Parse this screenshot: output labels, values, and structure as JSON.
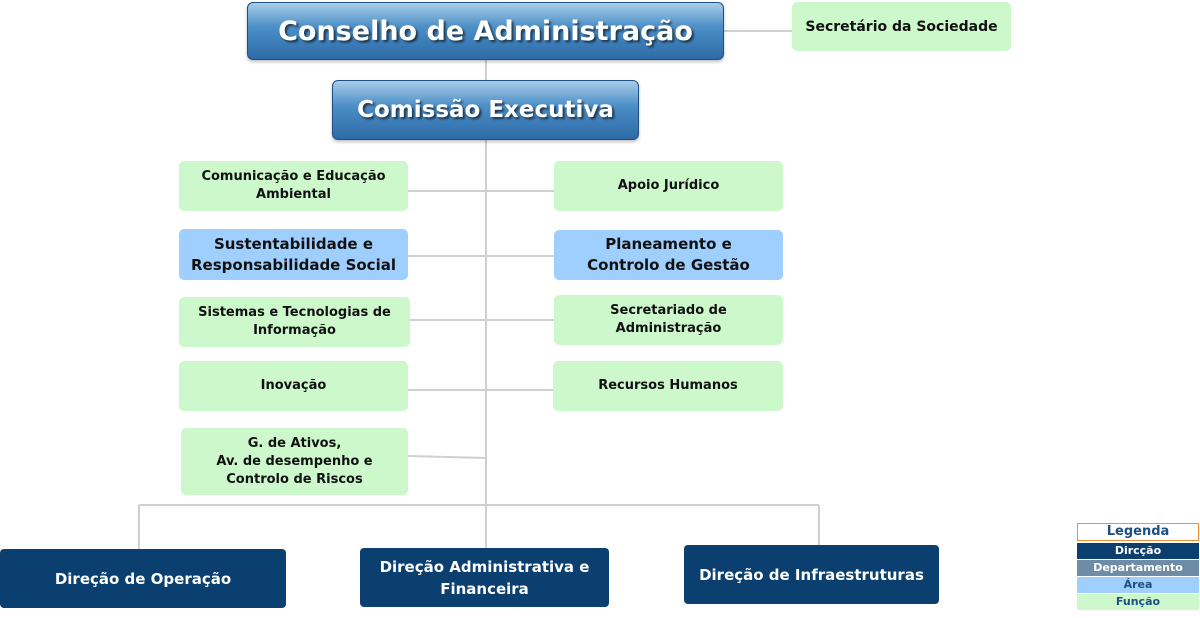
{
  "top": {
    "board": "Conselho de Administração",
    "executive": "Comissão Executiva"
  },
  "secretary": "Secretário da Sociedade",
  "left_units": [
    "Comunicação e Educação\nAmbiental",
    "Sustentabilidade  e\nResponsabilidade Social",
    "Sistemas e Tecnologias de\nInformação",
    "Inovação",
    "G. de Ativos,\nAv. de desempenho e\nControlo de  Riscos"
  ],
  "right_units": [
    "Apoio Jurídico",
    "Planeamento e\nControlo de Gestão",
    "Secretariado de\nAdministração",
    "Recursos Humanos"
  ],
  "directorates": [
    "Direção de Operação",
    "Direção Administrativa e\nFinanceira",
    "Direção de Infraestruturas"
  ],
  "legend": {
    "title": "Legenda",
    "items": [
      "Dircção",
      "Departamento",
      "Área",
      "Função"
    ]
  },
  "colors": {
    "direcao": "#0b3f6f",
    "departamento": "#6f8ca6",
    "area": "#9fcfff",
    "funcao": "#ccf8cc",
    "connector": "#d0d0d0"
  }
}
